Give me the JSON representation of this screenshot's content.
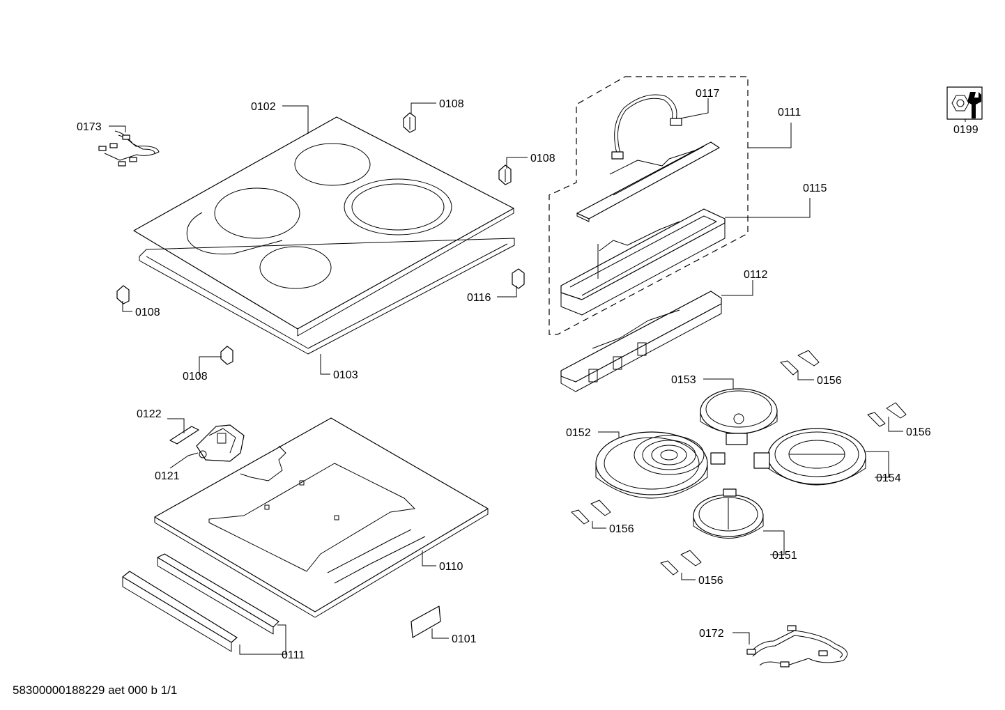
{
  "callouts": {
    "c0102": "0102",
    "c0173": "0173",
    "c0108_top": "0108",
    "c0108_right": "0108",
    "c0108_left": "0108",
    "c0108_bottom": "0108",
    "c0116": "0116",
    "c0103": "0103",
    "c0117": "0117",
    "c0111_top": "0111",
    "c0115": "0115",
    "c0112": "0112",
    "c0199": "0199",
    "c0122": "0122",
    "c0121": "0121",
    "c0110": "0110",
    "c0111_bottom": "0111",
    "c0101": "0101",
    "c0153": "0153",
    "c0156_a": "0156",
    "c0156_b": "0156",
    "c0152": "0152",
    "c0154": "0154",
    "c0156_c": "0156",
    "c0151": "0151",
    "c0156_d": "0156",
    "c0172": "0172"
  },
  "footer": {
    "document_id": "58300000188229 aet 000 b 1/1"
  },
  "icons": {
    "service_icon": "wrench-nut-icon"
  }
}
